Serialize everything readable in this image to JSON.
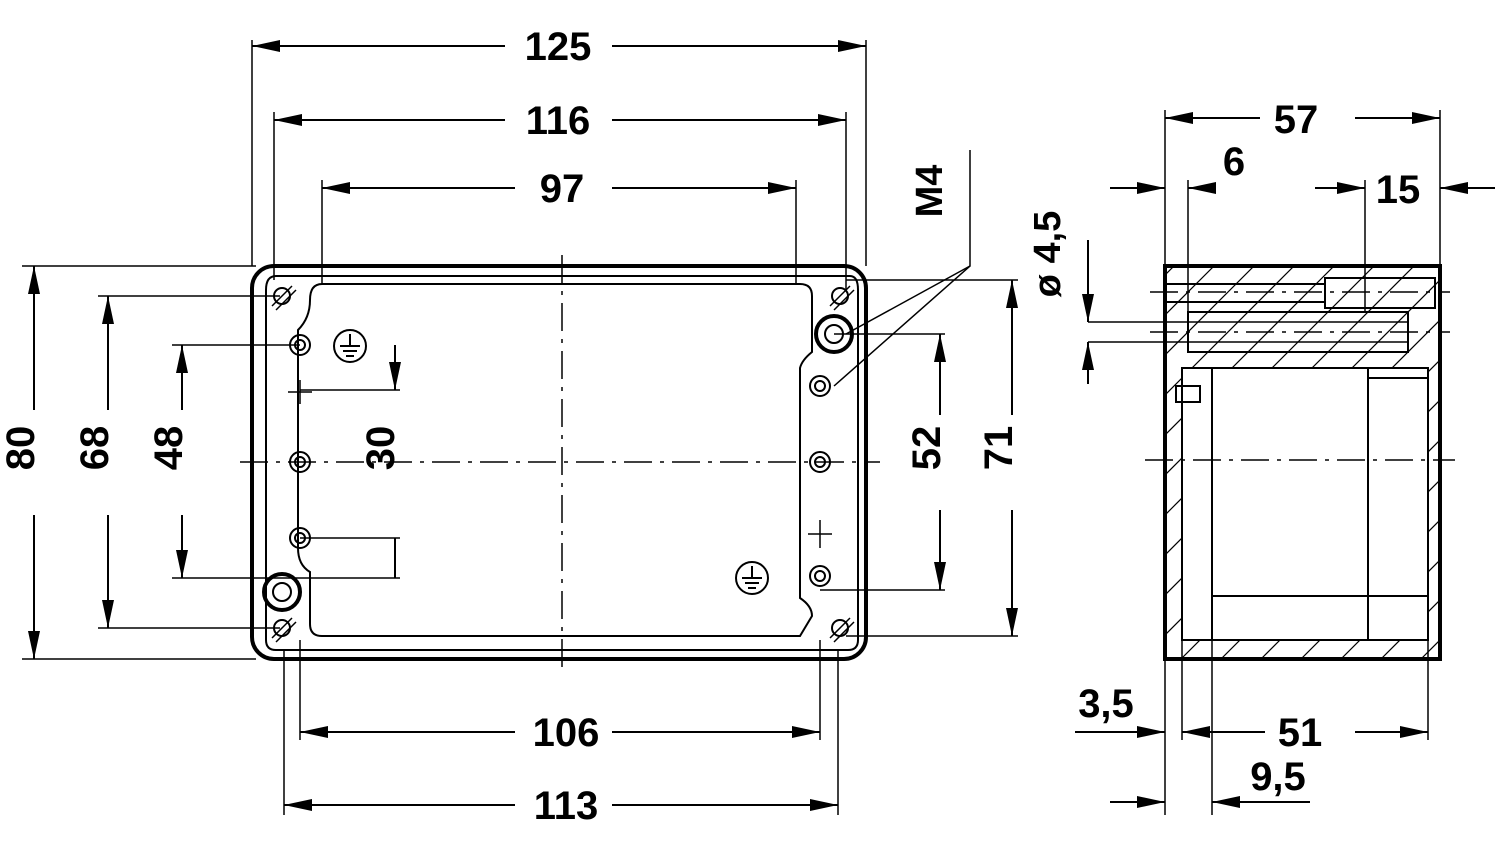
{
  "drawing": {
    "front_view": {
      "dim_width_125": "125",
      "dim_width_116": "116",
      "dim_width_97": "97",
      "dim_width_106": "106",
      "dim_width_113": "113",
      "dim_height_80": "80",
      "dim_height_68": "68",
      "dim_height_48": "48",
      "dim_height_30": "30",
      "dim_height_52": "52",
      "dim_height_71": "71",
      "thread_label": "M4"
    },
    "side_view": {
      "dim_depth_57": "57",
      "dim_6": "6",
      "dim_15": "15",
      "dim_hole_diameter": "ø 4,5",
      "dim_3_5": "3,5",
      "dim_51": "51",
      "dim_9_5": "9,5"
    }
  }
}
